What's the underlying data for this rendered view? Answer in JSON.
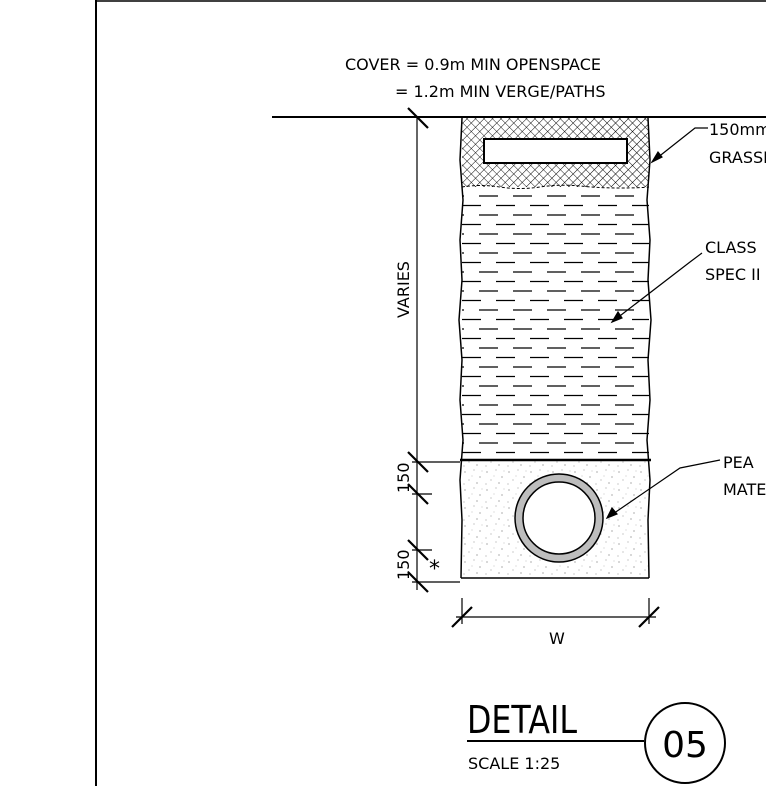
{
  "cover_note": {
    "line1": "COVER = 0.9m MIN OPENSPACE",
    "line2": "= 1.2m MIN VERGE/PATHS"
  },
  "labels": {
    "topsoil_label_1": "150mm",
    "topsoil_label_2": "GRASSE",
    "backfill_label_1": "CLASS",
    "backfill_label_2": "SPEC II",
    "bedding_label_1": "PEA",
    "bedding_label_2": "MATE"
  },
  "dimensions": {
    "varies": "VARIES",
    "bedding_above": "150",
    "bedding_below": "150",
    "asterisk": "*",
    "width": "W"
  },
  "title_block": {
    "title": "DETAIL",
    "scale": "SCALE 1:25",
    "number": "05"
  }
}
